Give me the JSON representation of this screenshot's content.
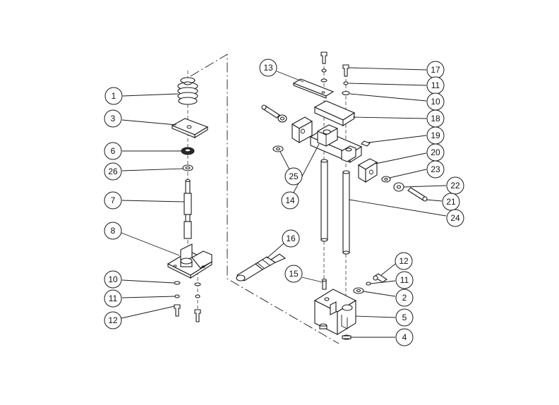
{
  "callouts": {
    "c1": "1",
    "c3": "3",
    "c6": "6",
    "c26": "26",
    "c7": "7",
    "c8": "8",
    "c10L": "10",
    "c11L": "11",
    "c12L": "12",
    "c13": "13",
    "c14": "14",
    "c15": "15",
    "c16": "16",
    "c17": "17",
    "c11R": "11",
    "c10R": "10",
    "c18": "18",
    "c19": "19",
    "c20": "20",
    "c23": "23",
    "c22": "22",
    "c21": "21",
    "c24": "24",
    "c25": "25",
    "c12R": "12",
    "c11R2": "11",
    "c2": "2",
    "c5": "5",
    "c4": "4"
  }
}
